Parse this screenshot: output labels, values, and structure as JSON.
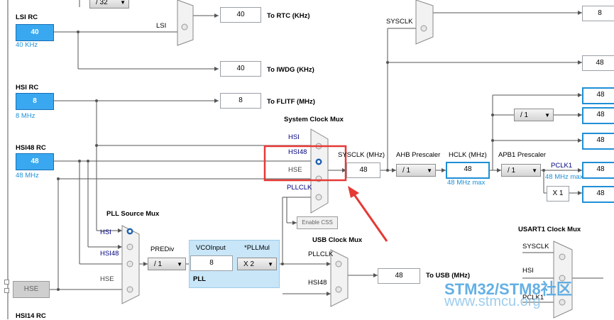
{
  "oscillators": {
    "lsi": {
      "title": "LSI RC",
      "value": "40",
      "freq": "40 KHz"
    },
    "hsi": {
      "title": "HSI RC",
      "value": "8",
      "freq": "8 MHz"
    },
    "hsi48": {
      "title": "HSI48 RC",
      "value": "48",
      "freq": "48 MHz"
    },
    "hsi14": {
      "title": "HSI14 RC"
    },
    "hse_button": "HSE"
  },
  "rtc": {
    "mux_lsi": "LSI",
    "value": "40",
    "label": "To RTC (KHz)",
    "top_sel": "/ 32"
  },
  "iwdg": {
    "value": "40",
    "label": "To IWDG (KHz)"
  },
  "flitf": {
    "value": "8",
    "label": "To FLITF (MHz)"
  },
  "sysclk_mux": {
    "title": "System Clock Mux",
    "inputs": [
      "HSI",
      "HSI48",
      "HSE",
      "PLLCLK"
    ],
    "enable_css": "Enable CSS"
  },
  "sysclk": {
    "label": "SYSCLK (MHz)",
    "value": "48",
    "sysclk_top": "SYSCLK"
  },
  "ahb": {
    "label": "AHB Prescaler",
    "value": "/ 1"
  },
  "hclk": {
    "label": "HCLK (MHz)",
    "value": "48",
    "max": "48 MHz max"
  },
  "apb1": {
    "label": "APB1 Prescaler",
    "value": "/ 1",
    "pclk1": "PCLK1",
    "pclk1_max": "48 MHz max",
    "x1": "X 1",
    "div": "/ 1"
  },
  "outputs_right": [
    "8",
    "48",
    "48",
    "48",
    "48",
    "48",
    "48"
  ],
  "pll_source_mux": {
    "title": "PLL Source Mux",
    "inputs": [
      "HSI",
      "HSI48",
      "HSE"
    ]
  },
  "prediv": {
    "label": "PREDiv",
    "value": "/ 1"
  },
  "pll": {
    "vco_label": "VCOInput",
    "pllmul_label": "*PLLMul",
    "vco_value": "8",
    "mul_value": "X 2",
    "title": "PLL"
  },
  "usb_mux": {
    "title": "USB Clock Mux",
    "inputs": [
      "PLLCLK",
      "HSI48"
    ],
    "value": "48",
    "label": "To USB (MHz)"
  },
  "usart1_mux": {
    "title": "USART1 Clock Mux",
    "inputs": [
      "SYSCLK",
      "HSI",
      "PCLK1"
    ]
  },
  "watermark": {
    "line1": "STM32/STM8社区",
    "line2": "www.stmcu.org"
  },
  "colors": {
    "accent": "#3aa8f0",
    "highlight": "#e53935"
  }
}
